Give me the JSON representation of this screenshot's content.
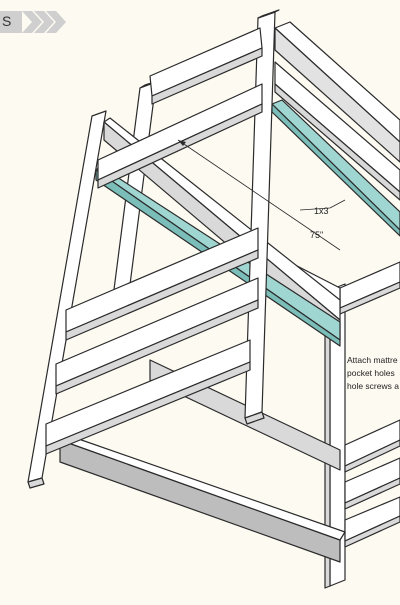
{
  "header": {
    "label": "S"
  },
  "dimensions": {
    "board_label": "1x3",
    "length_label": "75\""
  },
  "annotation": {
    "line1": "Attach mattre",
    "line2": "pocket holes",
    "line3": "hole screws a"
  },
  "colors": {
    "wood": "#ffffff",
    "wood_side": "#d9d9d9",
    "wood_dark": "#a8a8a8",
    "highlight_board": "#9fd6d2",
    "outline": "#2b2b2b",
    "background": "#fdfaf2"
  }
}
